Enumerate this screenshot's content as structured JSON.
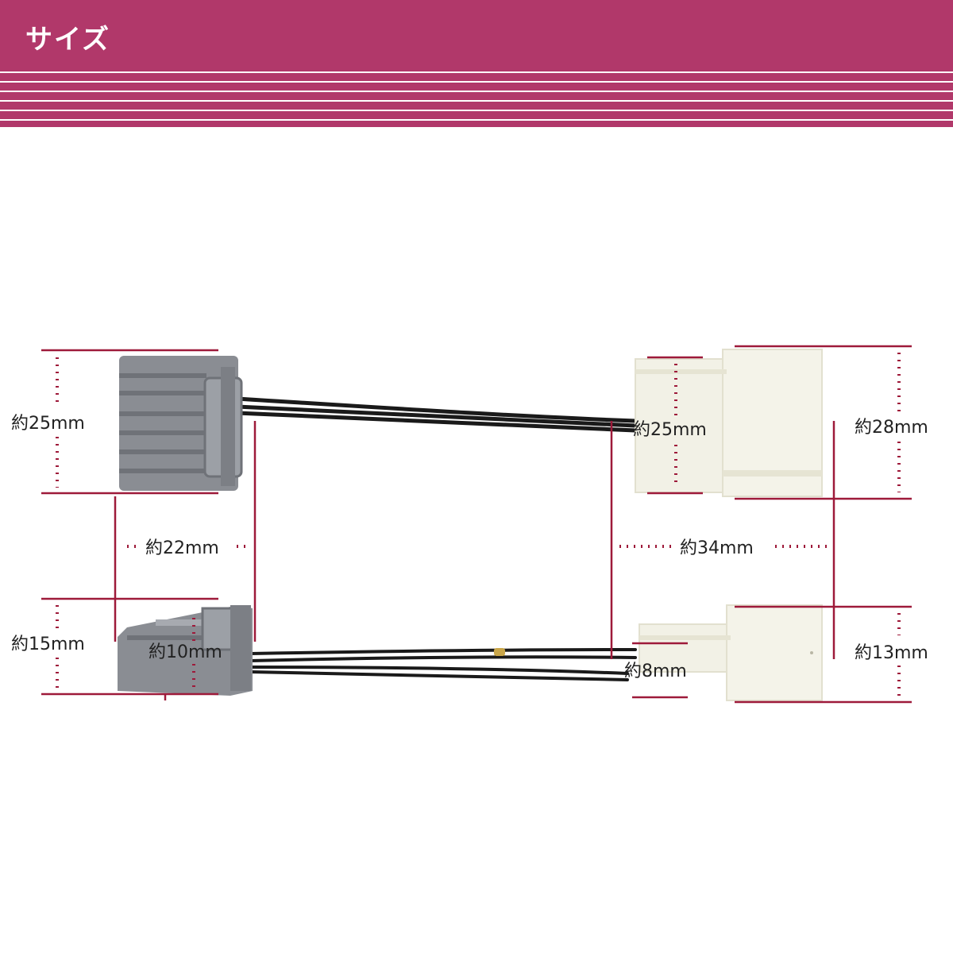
{
  "header": {
    "title": "サイズ"
  },
  "colors": {
    "brand": "#b1386a",
    "dimension_line": "#9e1a3a",
    "gray_connector": "#8a8d93",
    "white_connector": "#f2f1e6",
    "wire": "#1a1a1a"
  },
  "labels": {
    "top_left_height": "約25mm",
    "top_left_depth": "約22mm",
    "bottom_left_height": "約15mm",
    "bottom_left_depth": "約10mm",
    "top_right_inner_height": "約25mm",
    "top_right_outer_height": "約28mm",
    "right_depth": "約34mm",
    "bottom_right_inner_height": "約8mm",
    "bottom_right_outer_height": "約13mm"
  }
}
